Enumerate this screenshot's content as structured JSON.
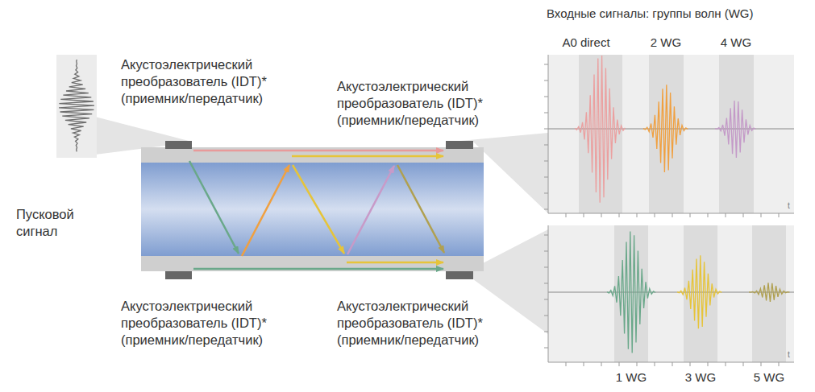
{
  "diagram": {
    "labels": [
      "Акустоэлектрический преобразователь (IDT)* (приемник/передатчик)",
      "Акустоэлектрический преобразователь (IDT)* (приемник/передатчик)",
      "Пусковой сигнал",
      "Акустоэлектрический преобразователь (IDT)* (приемник/передатчик)",
      "Акустоэлектрический преобразователь (IDT)* (приемник/передатчик)",
      "Входные сигналы: группы волн (WG)",
      "A0 direct",
      "2 WG",
      "4 WG",
      "t",
      "1 WG",
      "3 WG",
      "5 WG",
      "t"
    ]
  }
}
